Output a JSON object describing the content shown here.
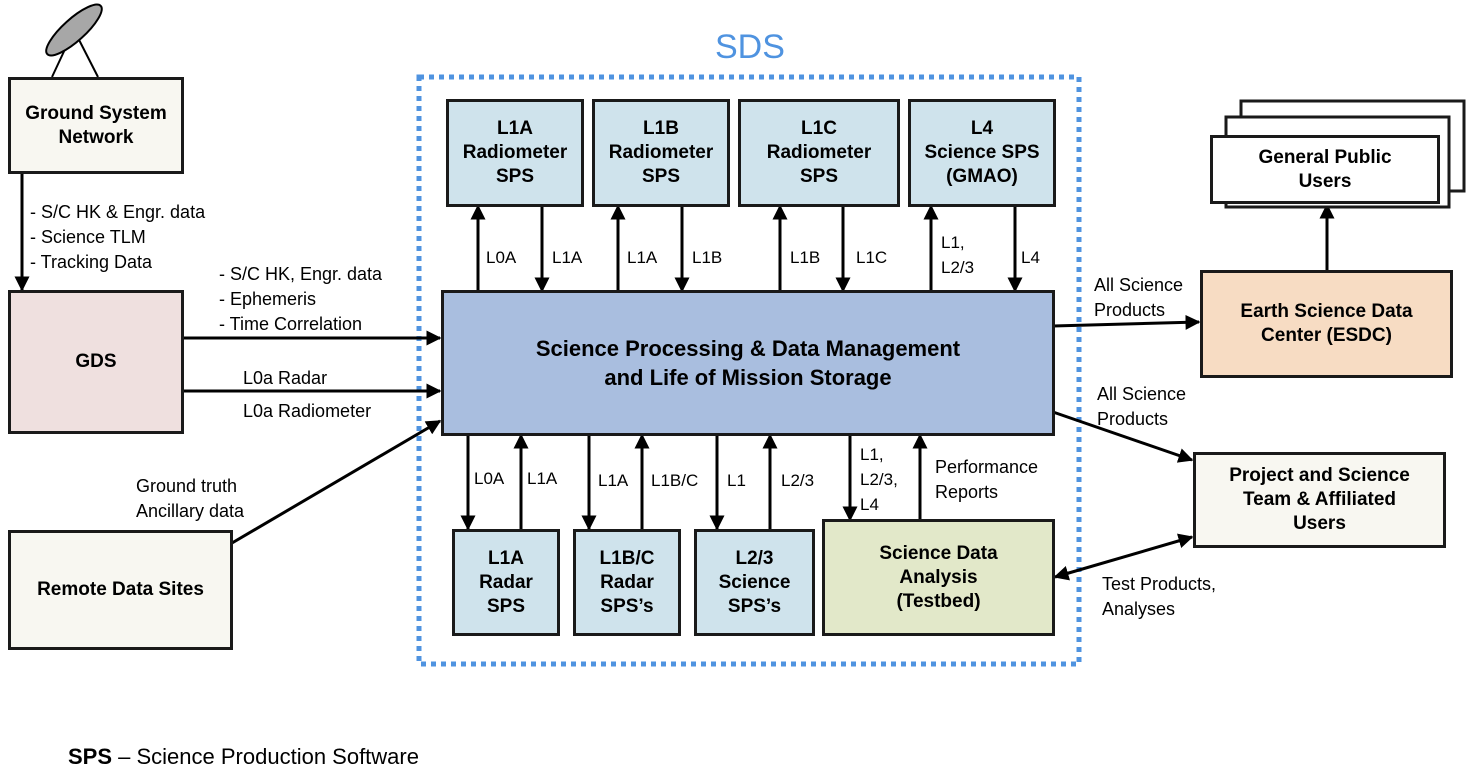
{
  "sds_title": "SDS",
  "boxes": {
    "ground_system": "Ground System\nNetwork",
    "gds": "GDS",
    "remote_sites": "Remote Data Sites",
    "l1a_radiometer": "L1A\nRadiometer\nSPS",
    "l1b_radiometer": "L1B\nRadiometer\nSPS",
    "l1c_radiometer": "L1C\nRadiometer\nSPS",
    "l4_science": "L4\nScience SPS\n(GMAO)",
    "core": "Science Processing & Data Management\nand Life of Mission Storage",
    "l1a_radar": "L1A\nRadar\nSPS",
    "l1bc_radar": "L1B/C\nRadar\nSPS’s",
    "l23_science": "L2/3\nScience\nSPS’s",
    "sda": "Science Data\nAnalysis\n(Testbed)",
    "esdc": "Earth Science Data\nCenter  (ESDC)",
    "public": "General Public\nUsers",
    "project": "Project and Science\nTeam & Affiliated\nUsers"
  },
  "labels": {
    "gsn_gds": "- S/C HK & Engr. data\n- Science TLM\n- Tracking Data",
    "gds_core_1": "- S/C HK, Engr. data\n- Ephemeris\n- Time Correlation",
    "gds_core_2": "L0a Radar",
    "gds_core_3": "L0a Radiometer",
    "remote": "Ground truth\nAncillary data",
    "t_l0a": "L0A",
    "t_l1a_1": "L1A",
    "t_l1a_2": "L1A",
    "t_l1b_1": "L1B",
    "t_l1b_2": "L1B",
    "t_l1c": "L1C",
    "t_l1_l23": "L1,\nL2/3",
    "t_l4": "L4",
    "b_l0a": "L0A",
    "b_l1a_1": "L1A",
    "b_l1a_2": "L1A",
    "b_l1bc": "L1B/C",
    "b_l1": "L1",
    "b_l23": "L2/3",
    "b_l1_l23_l4": "L1,\nL2/3,\nL4",
    "perf": "Performance\nReports",
    "esdc_prod": "All Science\nProducts",
    "proj_prod": "All Science\nProducts",
    "test_prod": "Test Products,\nAnalyses"
  },
  "legend": {
    "term": "SPS",
    "definition": " – Science Production Software"
  },
  "colors": {
    "sds_border": "#4f93e0",
    "core_fill": "#a9bedf",
    "sps_fill": "#cfe3ec",
    "esdc_fill": "#f7dcc3",
    "sda_fill": "#e2e8c9",
    "gds_fill": "#efe0df"
  },
  "icons": [
    "satellite-dish-icon"
  ]
}
